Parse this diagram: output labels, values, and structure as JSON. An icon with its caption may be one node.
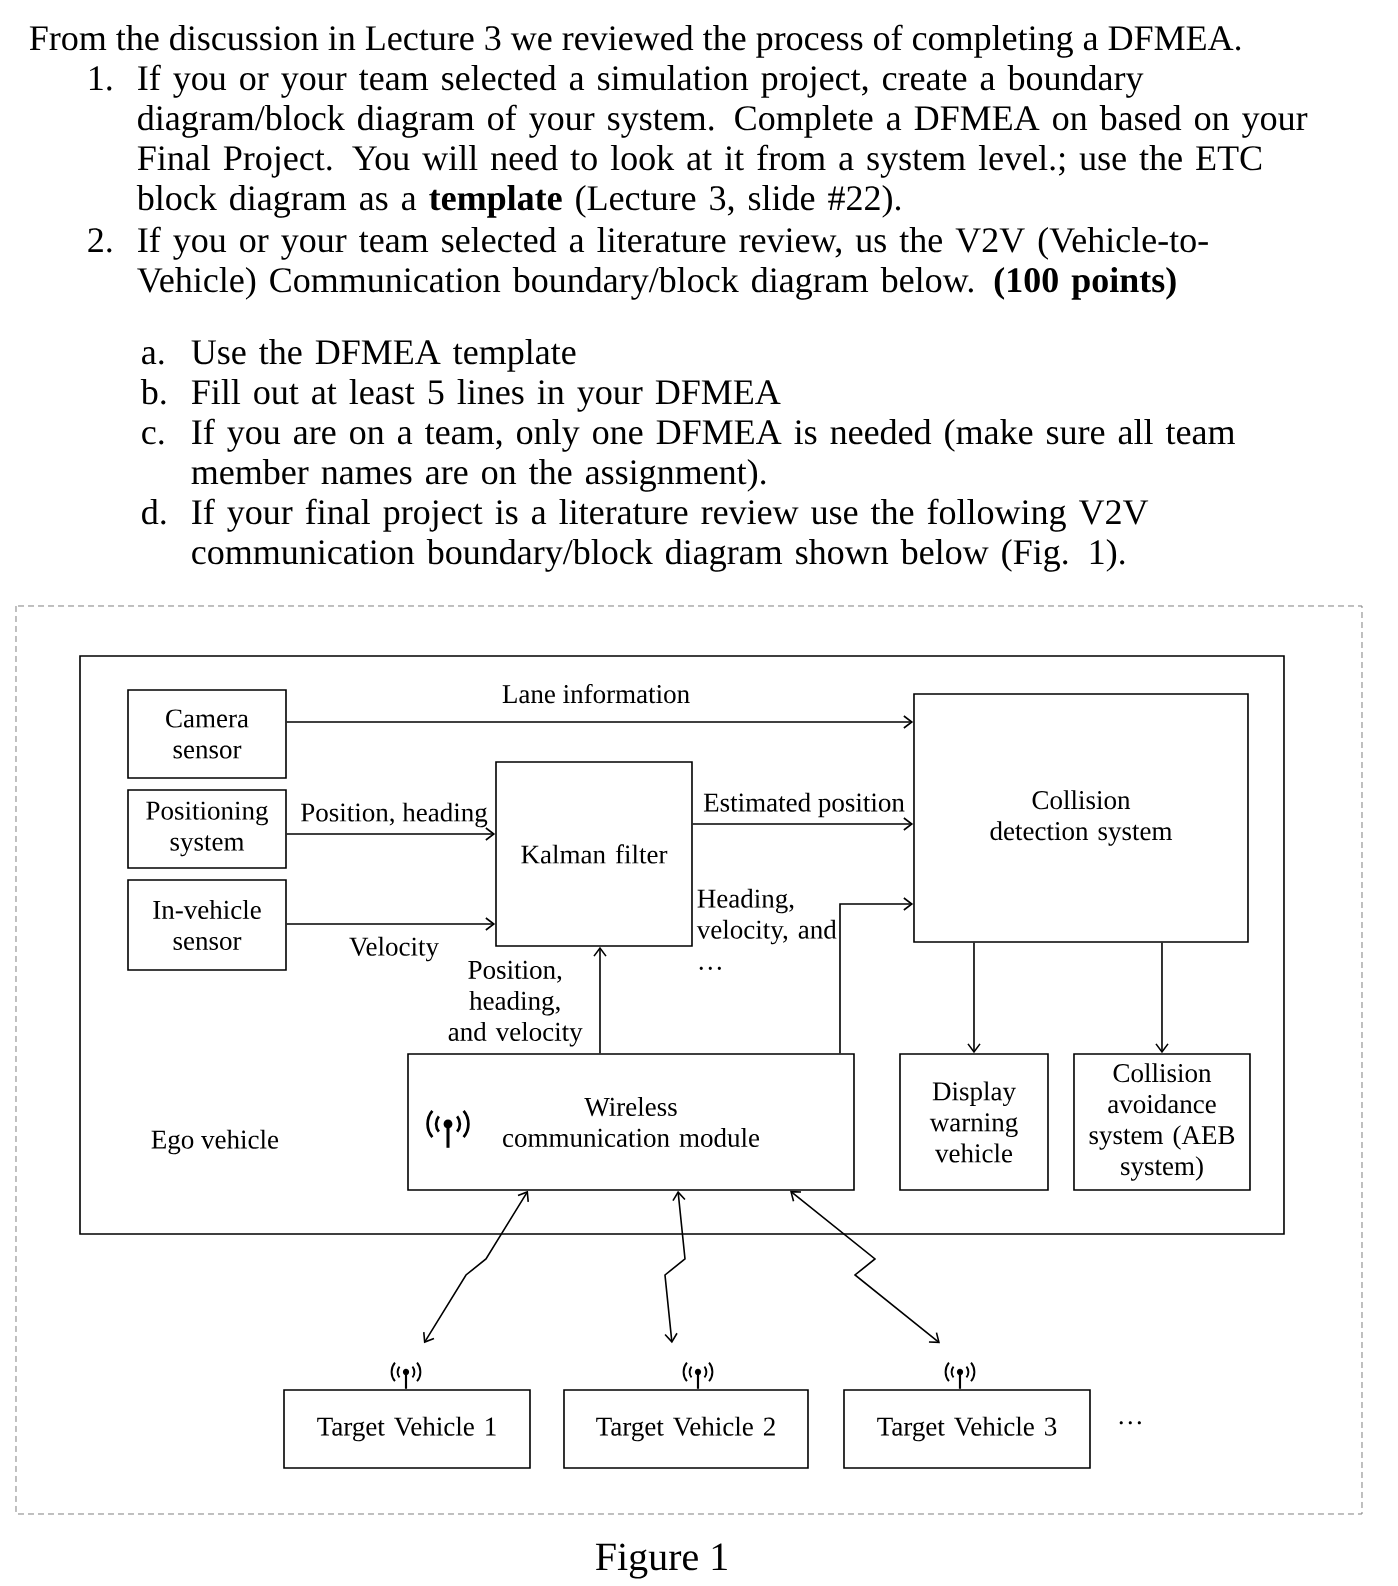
{
  "diagram": {
    "nodes": [
      {
        "text": [
          "Ego vehicle"
        ]
      },
      {
        "text": [
          "Camera sensor"
        ],
        "in": 0
      },
      {
        "text": [
          "Positioning system"
        ],
        "in": 0
      },
      {
        "text": [
          "In-vehicle sensor"
        ],
        "in": 0
      },
      {
        "text": [
          "Kalman filter"
        ],
        "in": 0
      },
      {
        "text": [
          "Collision detection system"
        ],
        "in": 0
      },
      {
        "text": [
          "Wireless communication module"
        ],
        "in": 0
      },
      {
        "text": [
          "Display warning vehicle"
        ],
        "in": 0
      },
      {
        "text": [
          "Collision avoidance system (AEB system)"
        ],
        "in": 0
      },
      {
        "text": [
          "Target Vehicle 1"
        ]
      },
      {
        "text": [
          "Target Vehicle 2"
        ]
      },
      {
        "text": [
          "Target Vehicle 3"
        ]
      }
    ],
    "edges": [
      {
        "from": 1,
        "to": 5,
        "arrow": "to",
        "label": "Lane information"
      },
      {
        "from": 2,
        "to": 4,
        "arrow": "to",
        "label": "Position, heading"
      },
      {
        "from": 3,
        "to": 4,
        "arrow": "to",
        "label": "Velocity"
      },
      {
        "from": 4,
        "to": 5,
        "arrow": "to",
        "label": "Estimated position"
      },
      {
        "from": 6,
        "to": 4,
        "arrow": "to",
        "label": "Position, heading, and velocity"
      },
      {
        "from": 6,
        "to": 5,
        "arrow": "to",
        "label": "Heading, velocity, and …"
      },
      {
        "from": 5,
        "to": 7,
        "arrow": "to"
      },
      {
        "from": 5,
        "to": 8,
        "arrow": "to"
      },
      {
        "from": 6,
        "to": 9,
        "arrow": "both"
      },
      {
        "from": 6,
        "to": 10,
        "arrow": "both"
      },
      {
        "from": 6,
        "to": 11,
        "arrow": "both"
      }
    ],
    "labels": [
      "From the discussion in Lecture 3 we reviewed the process of completing a DFMEA.",
      "1.",
      "If you or your team selected a simulation project, create a boundary diagram/block diagram of your system. Complete a DFMEA on based on your Final Project. You will need to look at it from a system level.; use the ETC block diagram as a **template** (Lecture 3, slide #22).",
      "2.",
      "If you or your team selected a literature review, us the V2V (Vehicle-to-Vehicle) Communication boundary/block diagram below. **(100 points)**",
      "a.",
      "Use the DFMEA template",
      "b.",
      "Fill out at least 5 lines in your DFMEA",
      "c.",
      "If you are on a team, only one DFMEA is needed (make sure all team member names are on the assignment).",
      "d.",
      "If your final project is a literature review use the following V2V communication boundary/block diagram shown below (Fig. 1).",
      "…",
      "Figure 1"
    ]
  }
}
